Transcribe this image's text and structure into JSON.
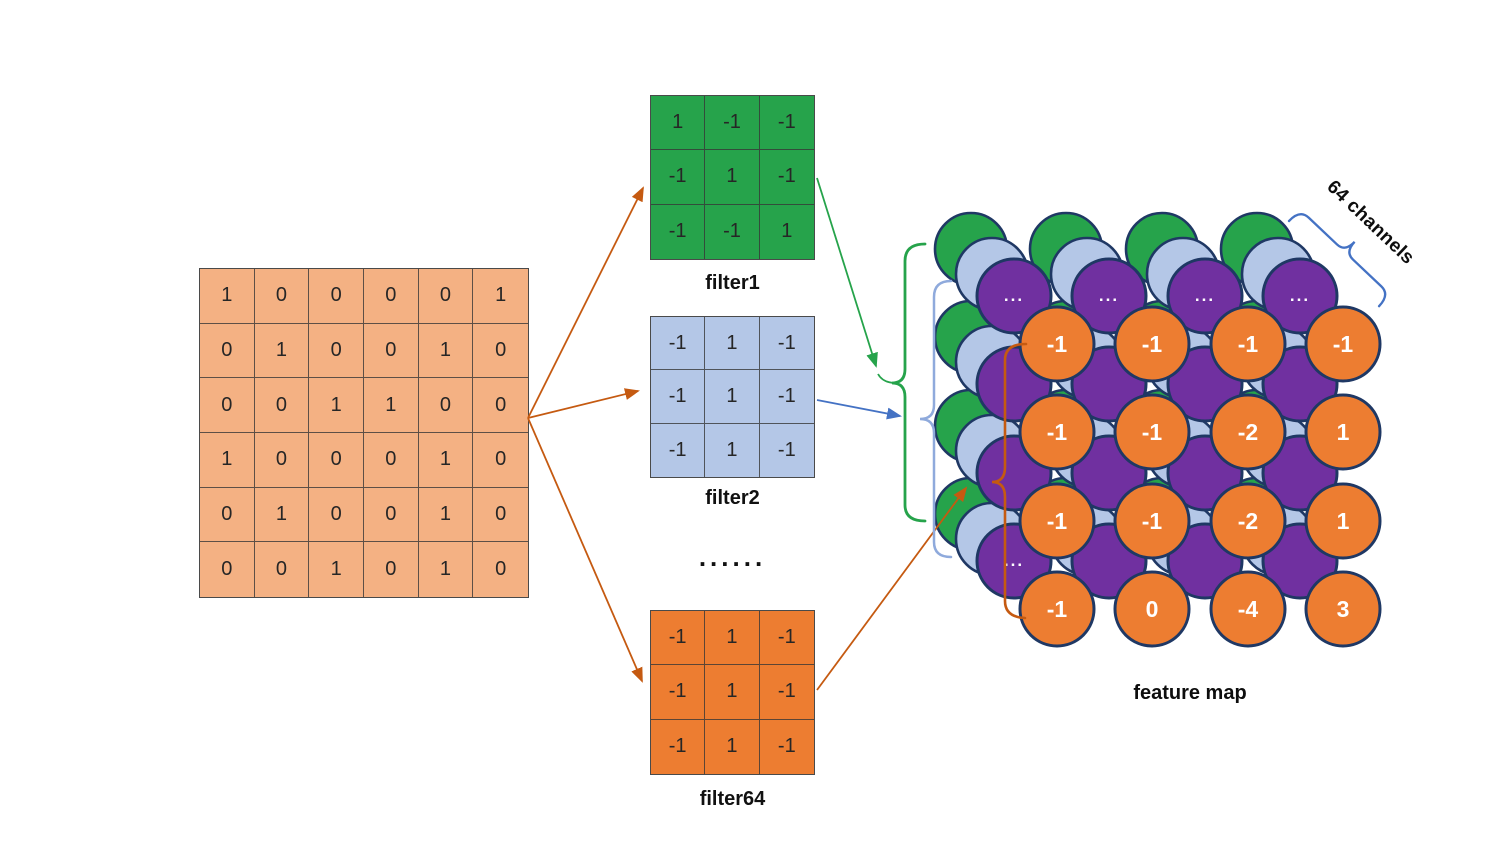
{
  "input_matrix": {
    "rows": [
      [
        1,
        0,
        0,
        0,
        0,
        1
      ],
      [
        0,
        1,
        0,
        0,
        1,
        0
      ],
      [
        0,
        0,
        1,
        1,
        0,
        0
      ],
      [
        1,
        0,
        0,
        0,
        1,
        0
      ],
      [
        0,
        1,
        0,
        0,
        1,
        0
      ],
      [
        0,
        0,
        1,
        0,
        1,
        0
      ]
    ],
    "fill": "#F4B183"
  },
  "filters": [
    {
      "label": "filter1",
      "fill": "#26A34B",
      "rows": [
        [
          1,
          -1,
          -1
        ],
        [
          -1,
          1,
          -1
        ],
        [
          -1,
          -1,
          1
        ]
      ]
    },
    {
      "label": "filter2",
      "fill": "#B4C7E7",
      "rows": [
        [
          -1,
          1,
          -1
        ],
        [
          -1,
          1,
          -1
        ],
        [
          -1,
          1,
          -1
        ]
      ]
    },
    {
      "label": "filter64",
      "fill": "#ED7D31",
      "rows": [
        [
          -1,
          1,
          -1
        ],
        [
          -1,
          1,
          -1
        ],
        [
          -1,
          1,
          -1
        ]
      ]
    }
  ],
  "filters_ellipsis": "......",
  "feature_map": {
    "label": "feature map",
    "channels_label": "64 channels",
    "channel_ellipsis": "...",
    "values": [
      [
        -1,
        -1,
        -1,
        -1
      ],
      [
        -1,
        -1,
        -2,
        1
      ],
      [
        -1,
        -1,
        -2,
        1
      ],
      [
        -1,
        0,
        -4,
        3
      ]
    ],
    "layer_colors": {
      "green": "#26A34B",
      "blue": "#B4C7E7",
      "purple": "#7030A0",
      "orange": "#ED7D31"
    },
    "circle_stroke": "#1F3864"
  },
  "colors": {
    "matrix_arrows": "#C55A11",
    "filter1_arrow": "#26A34B",
    "filter2_arrow": "#4472C4",
    "filter64_arrow": "#C55A11",
    "green_brace": "#26A34B",
    "blue_brace": "#8FAADC",
    "orange_brace": "#C55A11",
    "channels_brace": "#4472C4"
  }
}
